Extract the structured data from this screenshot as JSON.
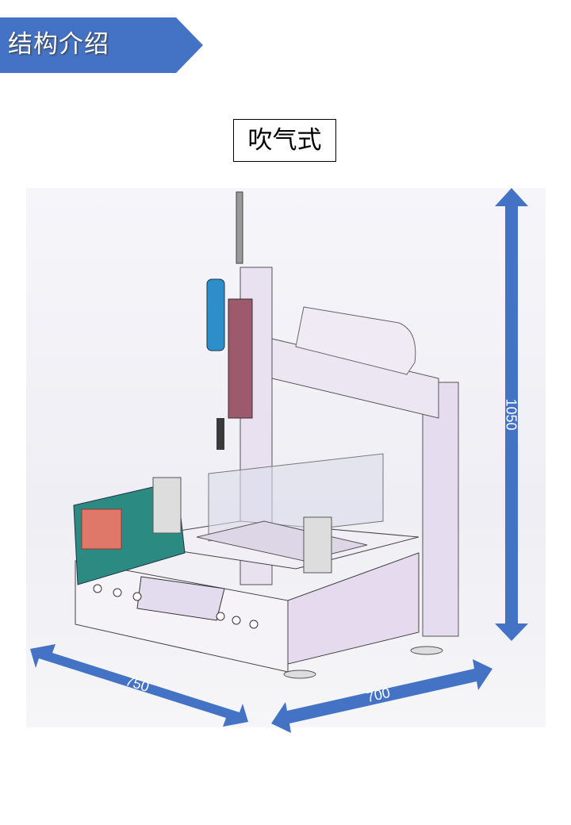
{
  "header": {
    "title": "结构介绍",
    "color": "#4472C4"
  },
  "figure": {
    "caption": "吹气式",
    "dimensions": {
      "height": "1050",
      "width": "750",
      "depth": "700"
    },
    "arrow_color": "#4472C4"
  }
}
